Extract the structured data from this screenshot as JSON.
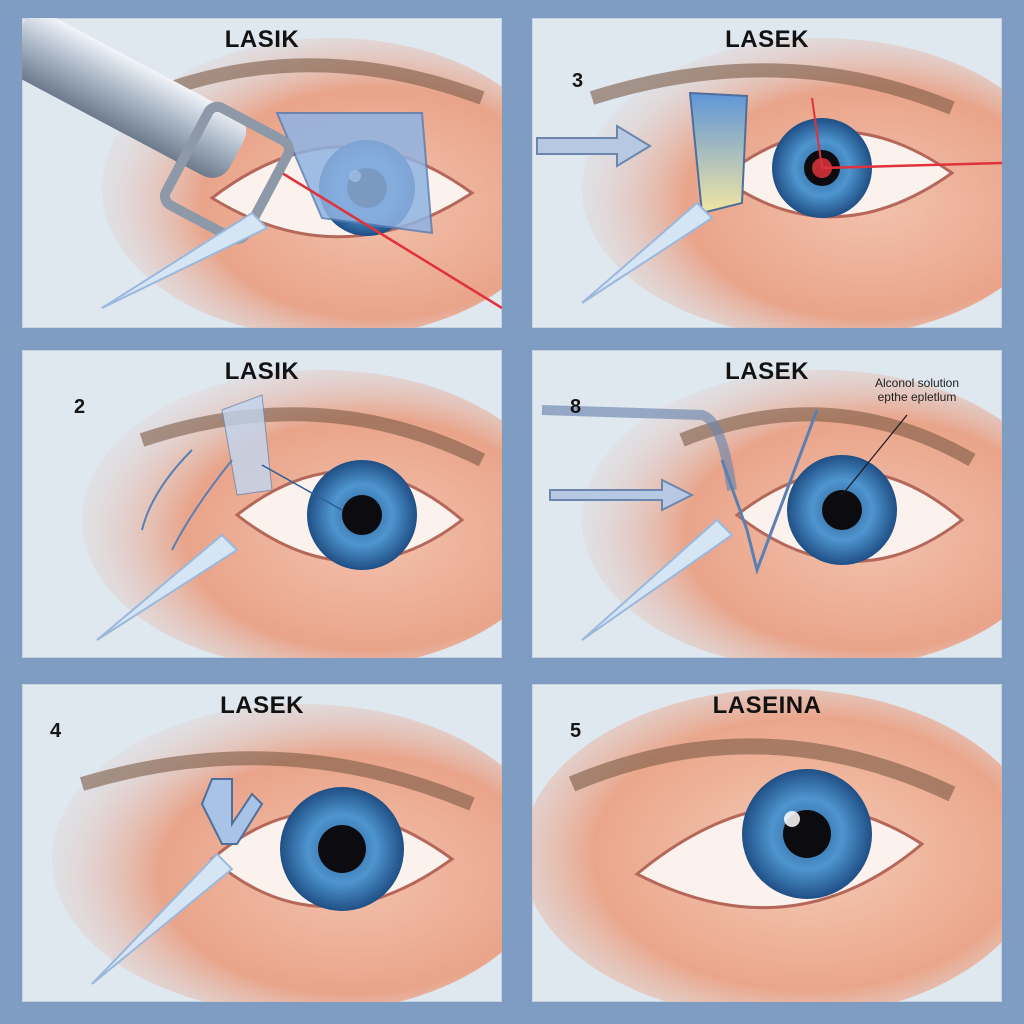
{
  "panels": [
    {
      "id": "p1",
      "title": "LASIK",
      "step": ""
    },
    {
      "id": "p2",
      "title": "LASEK",
      "step": "3"
    },
    {
      "id": "p3",
      "title": "LASIK",
      "step": "2"
    },
    {
      "id": "p4",
      "title": "LASEK",
      "step": "8",
      "annotation_line1": "Alconol solution",
      "annotation_line2": "epthe epletlum"
    },
    {
      "id": "p5",
      "title": "LASEK",
      "step": "4"
    },
    {
      "id": "p6",
      "title": "LASEINA",
      "step": "5"
    }
  ],
  "colors": {
    "background": "#7f9cc2",
    "panel": "#dfe7ef",
    "skin": "#e8a88e",
    "iris": "#3f86c4",
    "laser": "#e0323a",
    "instrument": "#9ab8dc"
  },
  "icons": [
    "eye-illustration",
    "surgical-spatula",
    "laser-beam",
    "flap-arrow",
    "microkeratome"
  ]
}
